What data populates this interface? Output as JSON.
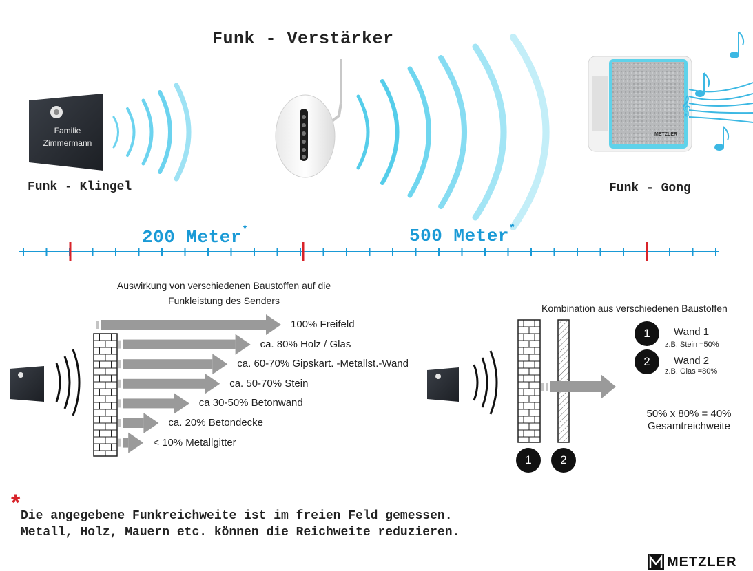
{
  "title": "Funk - Verstärker",
  "devices": {
    "bell_label": "Funk - Klingel",
    "gong_label": "Funk - Gong",
    "nameplate_line1": "Familie",
    "nameplate_line2": "Zimmermann",
    "gong_brand": "METZLER"
  },
  "distances": {
    "first": "200 Meter",
    "second": "500 Meter",
    "asterisk": "*"
  },
  "materials": {
    "heading_line1": "Auswirkung von verschiedenen Baustoffen auf die",
    "heading_line2": "Funkleistung des Senders",
    "items": [
      {
        "label": "100% Freifeld",
        "value": 100
      },
      {
        "label": "ca. 80% Holz / Glas",
        "value": 80
      },
      {
        "label": "ca. 60-70% Gipskart. -Metallst.-Wand",
        "value": 65
      },
      {
        "label": "ca. 50-70% Stein",
        "value": 60
      },
      {
        "label": "ca 30-50% Betonwand",
        "value": 40
      },
      {
        "label": "ca. 20% Betondecke",
        "value": 20
      },
      {
        "label": "< 10% Metallgitter",
        "value": 10
      }
    ]
  },
  "combination": {
    "heading": "Kombination aus verschiedenen Baustoffen",
    "wall1": {
      "number": "1",
      "name": "Wand 1",
      "example": "z.B. Stein =50%"
    },
    "wall2": {
      "number": "2",
      "name": "Wand 2",
      "example": "z.B. Glas =80%"
    },
    "formula": "50% x 80% = 40%",
    "result": "Gesamtreichweite"
  },
  "footnote": {
    "asterisk": "*",
    "line1": "Die angegebene Funkreichweite ist im freien Feld gemessen.",
    "line2": "Metall, Holz, Mauern etc. können die Reichweite reduzieren."
  },
  "brand": "METZLER",
  "colors": {
    "accent_blue": "#1a9ad6",
    "marker_red": "#d8232a",
    "arrow_gray": "#9a9a9a",
    "dark_device": "#2b2f36"
  }
}
